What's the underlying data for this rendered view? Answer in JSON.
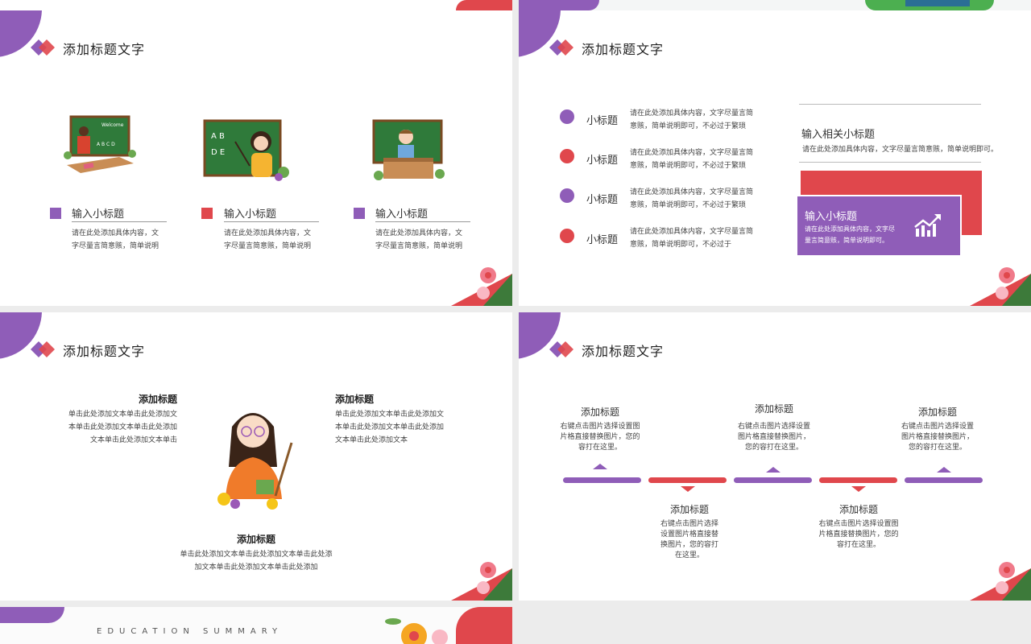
{
  "colors": {
    "purple": "#8f5db8",
    "red": "#e0474c",
    "green": "#3d7a3a"
  },
  "slide1": {
    "title": "添加标题文字",
    "items": [
      {
        "subtitle": "输入小标题",
        "desc1": "请在此处添加具体内容，文",
        "desc2": "字尽量言简意赅，简单说明"
      },
      {
        "subtitle": "输入小标题",
        "desc1": "请在此处添加具体内容，文",
        "desc2": "字尽量言简意赅，简单说明"
      },
      {
        "subtitle": "输入小标题",
        "desc1": "请在此处添加具体内容，文",
        "desc2": "字尽量言简意赅，简单说明"
      }
    ]
  },
  "slide2": {
    "title": "添加标题文字",
    "list": [
      {
        "label": "小标题",
        "desc1": "请在此处添加具体内容，文字尽量言简",
        "desc2": "意赅，简单说明即可，不必过于繁琐"
      },
      {
        "label": "小标题",
        "desc1": "请在此处添加具体内容，文字尽量言简",
        "desc2": "意赅，简单说明即可，不必过于繁琐"
      },
      {
        "label": "小标题",
        "desc1": "请在此处添加具体内容，文字尽量言简",
        "desc2": "意赅，简单说明即可，不必过于繁琐"
      },
      {
        "label": "小标题",
        "desc1": "请在此处添加具体内容，文字尽量言简",
        "desc2": "意赅，简单说明即可，不必过于"
      }
    ],
    "right_heading": "输入相关小标题",
    "right_desc": "请在此处添加具体内容，文字尽量言简意赅，简单说明即可。",
    "card_title": "输入小标题",
    "card_desc1": "请在此处添加具体内容，文字尽",
    "card_desc2": "量言简意赅，简单说明即可。"
  },
  "slide3": {
    "title": "添加标题文字",
    "left_heading": "添加标题",
    "left_lines": [
      "单击此处添加文本单击此处添加文",
      "本单击此处添加文本单击此处添加",
      "文本单击此处添加文本单击"
    ],
    "right_heading": "添加标题",
    "right_lines": [
      "单击此处添加文本单击此处添加文",
      "本单击此处添加文本单击此处添加",
      "文本单击此处添加文本"
    ],
    "bottom_heading": "添加标题",
    "bottom_lines": [
      "单击此处添加文本单击此处添加文本单击此处添",
      "加文本单击此处添加文本单击此处添加"
    ]
  },
  "slide4": {
    "title": "添加标题文字",
    "top_items": [
      {
        "heading": "添加标题",
        "lines": [
          "右键点击图片选择设置图",
          "片格直接替换图片，您的",
          "容打在这里。"
        ]
      },
      {
        "heading": "添加标题",
        "lines": [
          "右键点击图片选择设置",
          "图片格直接替换图片，",
          "您的容打在这里。"
        ]
      },
      {
        "heading": "添加标题",
        "lines": [
          "右键点击图片选择设置",
          "图片格直接替换图片，",
          "您的容打在这里。"
        ]
      }
    ],
    "bottom_items": [
      {
        "heading": "添加标题",
        "lines": [
          "右键点击图片选择",
          "设置图片格直接替",
          "换图片，您的容打",
          "在这里。"
        ]
      },
      {
        "heading": "添加标题",
        "lines": [
          "右键点击图片选择设置图",
          "片格直接替换图片，您的",
          "容打在这里。"
        ]
      }
    ]
  },
  "slide5": {
    "tagline": "EDUCATION   SUMMARY"
  }
}
